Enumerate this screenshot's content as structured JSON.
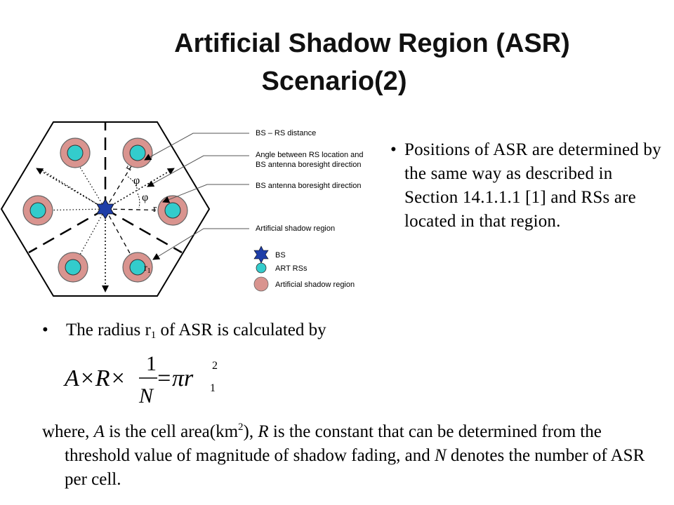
{
  "title": {
    "line1": "Artificial Shadow Region (ASR)",
    "line2": "Scenario(2)"
  },
  "diagram": {
    "callouts": [
      "BS – RS distance",
      "Angle between RS location and",
      "BS antenna boresight direction",
      "BS antenna boresight direction",
      "Artificial shadow region"
    ],
    "legend": [
      {
        "label": "BS",
        "color": "#1f3ea8"
      },
      {
        "label": "ART RSs",
        "color": "#33cccc"
      },
      {
        "label": "Artificial shadow region",
        "color": "#d9948f"
      }
    ],
    "labels": {
      "r_a": "r",
      "phi_a": "φ",
      "phi_b": "φ",
      "r_b": "r",
      "r1": "r",
      "r1_sub": "1"
    },
    "colors": {
      "shadow_fill": "#d9948f",
      "rs_fill": "#33cccc",
      "bs_fill": "#1f3ea8"
    }
  },
  "right_bullet": {
    "marker": "•",
    "text": " Positions of ASR are determined by the same way as described in Section 14.1.1.1 [1] and RSs are located in that region."
  },
  "radius_bullet": {
    "marker": "•",
    "pre": "The radius r",
    "sub": "1",
    "post": " of ASR is calculated by"
  },
  "formula": {
    "lhs": "A×R×",
    "num": "1",
    "den": "N",
    "rhs": "=πr",
    "sub": "1",
    "sup": "2"
  },
  "where": {
    "p1": "where, ",
    "A": "A",
    "p2": " is the cell area(km",
    "sup": "2",
    "p3": "), ",
    "R": "R",
    "p4": " is the constant that can be determined from the threshold value of magnitude of shadow fading, and ",
    "N": "N",
    "p5": " denotes the number of ASR per cell."
  }
}
